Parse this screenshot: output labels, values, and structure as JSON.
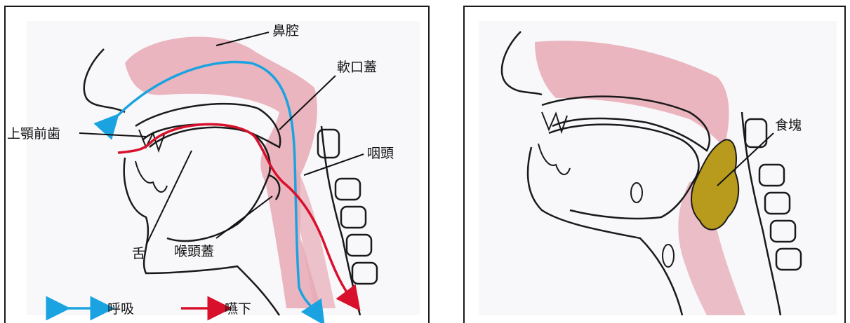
{
  "left_panel": {
    "labels": {
      "nasal_cavity": "鼻腔",
      "soft_palate": "軟口蓋",
      "upper_front_teeth": "上顎前歯",
      "pharynx": "咽頭",
      "tongue": "舌",
      "epiglottis": "喉頭蓋"
    },
    "legend": {
      "breathing": {
        "label": "呼吸",
        "color": "#1aa3e0"
      },
      "swallowing": {
        "label": "嚥下",
        "color": "#d8102c"
      }
    }
  },
  "right_panel": {
    "labels": {
      "bolus": "食塊"
    },
    "bolus_color": "#b89a1c"
  },
  "colors": {
    "tissue_pink": "#e7a9b4",
    "outline": "#1a1a1a"
  }
}
